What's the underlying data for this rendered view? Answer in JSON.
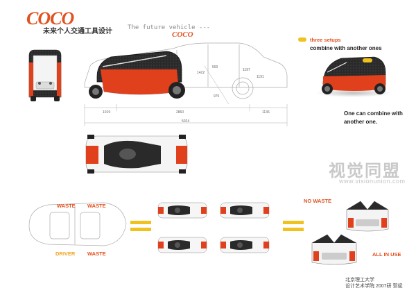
{
  "header": {
    "brand": "COCO",
    "subtitle": "未来个人交通工具设计",
    "tagline": "The future vehicle ---",
    "tagline_name": "COCO"
  },
  "notes": {
    "setups": "three setups",
    "combine": "combine with another ones",
    "one_can_1": "One can combine with",
    "one_can_2": "another one."
  },
  "dimensions": {
    "d1019": "1019",
    "d2860": "2860",
    "d1136": "1136",
    "d5024": "5024",
    "d1422": "1422",
    "d500": "500",
    "d1197": "1197",
    "d1191": "1191",
    "d975": "975"
  },
  "labels": {
    "waste_tl": "WASTE",
    "waste_tr": "WASTE",
    "driver": "DRIVER",
    "waste_br": "WASTE",
    "no_waste": "NO WASTE",
    "all_in_use": "ALL IN USE"
  },
  "watermark": {
    "cn": "视觉同盟",
    "url": "www.visionunion.com"
  },
  "footer": {
    "line1": "北京理工大学",
    "line2": "设计艺术学院 2007研 郭斌"
  },
  "colors": {
    "accent": "#e2511f",
    "yellow": "#f0c21e",
    "body_red": "#e0411c",
    "shell_dark": "#2a2a2a"
  }
}
